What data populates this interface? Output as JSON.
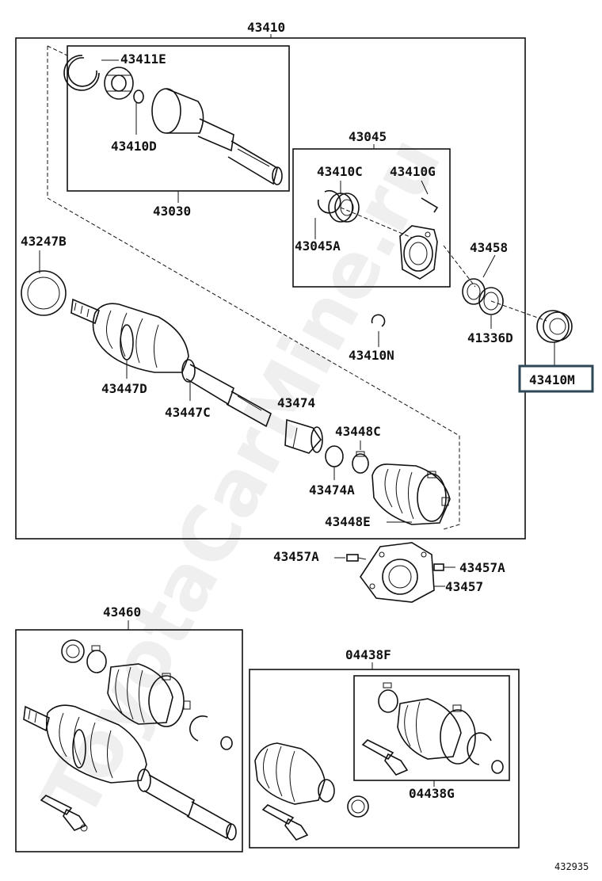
{
  "watermark": "ToyotaCarMine.ru",
  "diagram_id": "432935",
  "labels": {
    "l43410": "43410",
    "l43411E": "43411E",
    "l43410D": "43410D",
    "l43030": "43030",
    "l43045": "43045",
    "l43410C": "43410C",
    "l43410G": "43410G",
    "l43045A": "43045A",
    "l43458": "43458",
    "l43247B": "43247B",
    "l43410N": "43410N",
    "l41336D": "41336D",
    "l43410M": "43410M",
    "l43447D": "43447D",
    "l43447C": "43447C",
    "l43474": "43474",
    "l43448C": "43448C",
    "l43474A": "43474A",
    "l43448E": "43448E",
    "l43457A_left": "43457A",
    "l43457A_right": "43457A",
    "l43457": "43457",
    "l43460": "43460",
    "l04438F": "04438F",
    "l04438G": "04438G"
  },
  "highlighted_part": "43410M"
}
